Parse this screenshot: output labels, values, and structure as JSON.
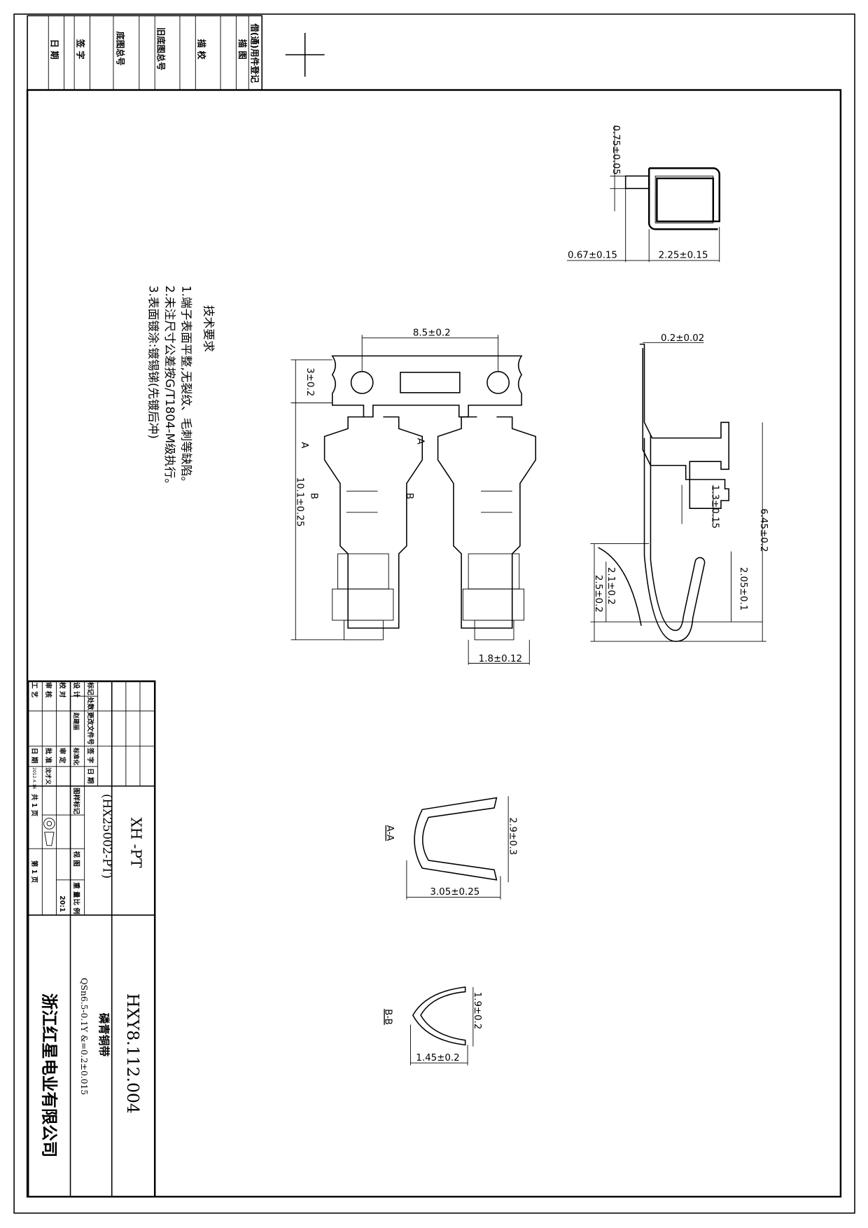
{
  "revision_strip": {
    "labels": [
      "借(通)用件登记",
      "描 图",
      "描 校",
      "旧底图总号",
      "底图总号",
      "签 字",
      "日 期"
    ]
  },
  "tech_requirements": {
    "title": "技术要求",
    "items": [
      "1.端子表面平整,无裂纹、毛刺等缺陷。",
      "2.未注尺寸公差按G/T1804-M级执行。",
      "3.表面镀涂:镀锡锑(先镀后冲)"
    ]
  },
  "dimensions": {
    "top_view": [
      "0.75±0.05",
      "0.67±0.15",
      "2.25±0.15"
    ],
    "front_view": [
      "8.5±0.2",
      "3±0.2",
      "10.1±0.25",
      "1.8±0.12"
    ],
    "side_view": [
      "0.2±0.02",
      "1.3±0.15",
      "6.45±0.2",
      "2.1±0.2",
      "2.5±0.2",
      "2.05±0.1"
    ],
    "section_aa": [
      "2.9±0.3",
      "3.05±0.25"
    ],
    "section_bb": [
      "1.9±0.2",
      "1.45±0.2"
    ]
  },
  "section_labels": {
    "a_left": "A",
    "a_right": "A",
    "b_left": "B",
    "b_right": "B",
    "aa": "A-A",
    "bb": "B-B"
  },
  "title_block": {
    "headers": [
      "标记",
      "处数",
      "更改文件号",
      "签 字",
      "日 期"
    ],
    "row_design": [
      "设 计",
      "",
      "赵建丽",
      "标准化",
      ""
    ],
    "row_check": [
      "校 对",
      "",
      "",
      "审 定",
      ""
    ],
    "row_review": [
      "审 核",
      "",
      "",
      "批 准",
      "沈才义"
    ],
    "row_process": [
      "工 艺",
      "",
      "",
      "日 期",
      "2012.4.16"
    ],
    "attrs_headers": [
      "图样标记",
      "视 图",
      "重 量",
      "比 例"
    ],
    "scale": "20:1",
    "sheets_total": "共 1 页",
    "sheet_no": "第 1 页",
    "part_name": "XH -PT",
    "part_code": "(HX25002-PT)",
    "material": "磷青铜带",
    "material_spec": "QSn6.5-0.1Y  &=0.2±0.015",
    "drawing_number": "HXY8.112.004",
    "company": "浙江红星电业有限公司"
  }
}
